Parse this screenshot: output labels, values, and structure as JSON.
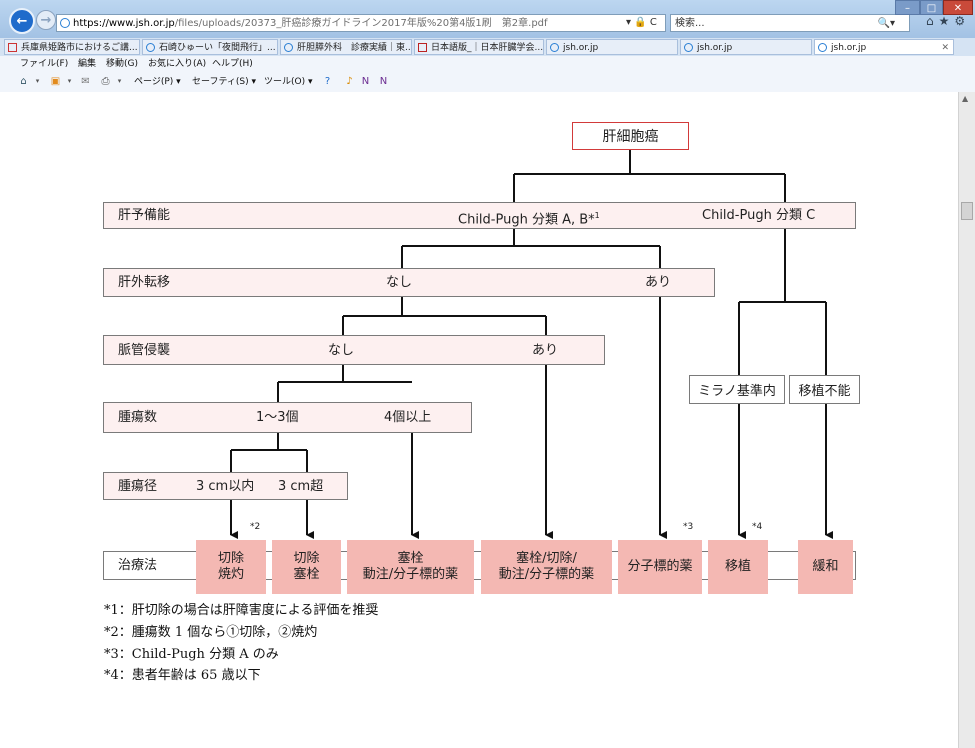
{
  "browser": {
    "address_host": "https://www.jsh.or.jp",
    "address_rest": "/files/uploads/20373_肝癌診療ガイドライン2017年版%20第4版1刷　第2章.pdf",
    "address_tools": "▾ 🔒 C",
    "search_placeholder": "検索...",
    "tabs": [
      {
        "label": "兵庫県姫路市におけるご講...",
        "icon": "gmail-icon"
      },
      {
        "label": "石崎ひゅーい「夜間飛行」...",
        "icon": "ie-icon"
      },
      {
        "label": "肝胆膵外科　診療実績｜東...",
        "icon": "ie-icon"
      },
      {
        "label": "日本語版_｜日本肝臓学会...",
        "icon": "jsh-icon"
      },
      {
        "label": "jsh.or.jp",
        "icon": "ie-icon"
      },
      {
        "label": "jsh.or.jp",
        "icon": "ie-icon"
      },
      {
        "label": "jsh.or.jp",
        "icon": "ie-icon",
        "active": true
      }
    ],
    "menu": [
      "ファイル(F)",
      "編集",
      "移動(G)",
      "お気に入り(A)",
      "ヘルプ(H)"
    ],
    "commands": {
      "page": "ページ(P) ▾",
      "safety": "セーフティ(S) ▾",
      "tools": "ツール(O) ▾"
    }
  },
  "flowchart": {
    "root": "肝細胞癌",
    "rows": {
      "liver_reserve": {
        "label": "肝予備能",
        "branch_ab": "Child-Pugh 分類 A, B*",
        "branch_ab_sup": "1",
        "branch_c": "Child-Pugh 分類 C"
      },
      "extrahepatic": {
        "label": "肝外転移",
        "no": "なし",
        "yes": "あり"
      },
      "vascular": {
        "label": "脈管侵襲",
        "no": "なし",
        "yes": "あり"
      },
      "tumor_count": {
        "label": "腫瘍数",
        "few": "1～3個",
        "many": "4個以上"
      },
      "tumor_size": {
        "label": "腫瘍径",
        "small": "3 cm以内",
        "large": "3 cm超"
      },
      "treatment": {
        "label": "治療法"
      }
    },
    "milan": "ミラノ基準内",
    "no_transplant": "移植不能",
    "marks": {
      "m2": "*2",
      "m3": "*3",
      "m4": "*4"
    },
    "treatments": [
      {
        "line1": "切除",
        "line2": "焼灼"
      },
      {
        "line1": "切除",
        "line2": "塞栓"
      },
      {
        "line1": "塞栓",
        "line2": "動注/分子標的薬"
      },
      {
        "line1": "塞栓/切除/",
        "line2": "動注/分子標的薬"
      },
      {
        "line1": "分子標的薬",
        "line2": ""
      },
      {
        "line1": "移植",
        "line2": ""
      },
      {
        "line1": "緩和",
        "line2": ""
      }
    ],
    "footnotes": [
      "*1：肝切除の場合は肝障害度による評価を推奨",
      "*2：腫瘍数 1 個なら①切除，②焼灼",
      "*3：Child-Pugh 分類 A のみ",
      "*4：患者年齢は 65 歳以下"
    ]
  }
}
